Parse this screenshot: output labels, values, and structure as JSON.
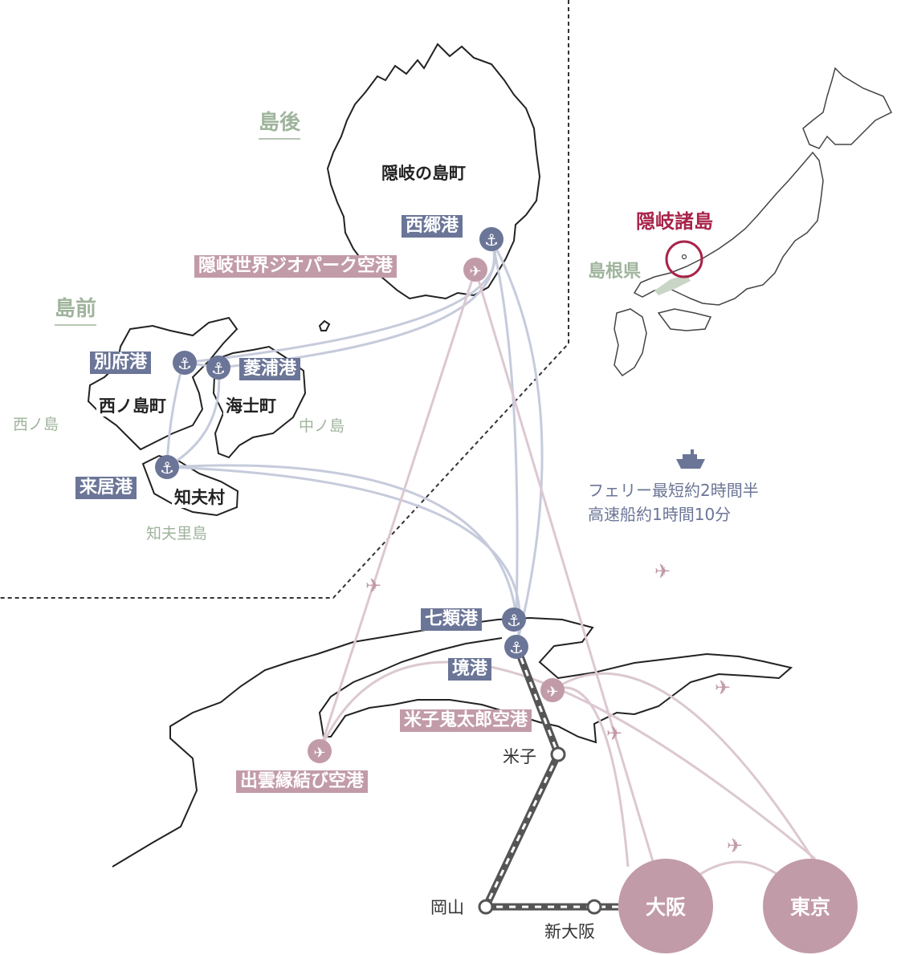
{
  "regions": {
    "dogo": "島後",
    "dozen": "島前"
  },
  "towns": {
    "okinoshima": "隠岐の島町",
    "nishinoshima": "西ノ島町",
    "ama": "海士町",
    "chibu": "知夫村"
  },
  "islands": {
    "nishinoshima": "西ノ島",
    "nakanoshima": "中ノ島",
    "chiburijima": "知夫里島"
  },
  "ports": {
    "saigo": "西郷港",
    "beppu": "別府港",
    "hishiura": "菱浦港",
    "kurii": "来居港",
    "shichirui": "七類港",
    "sakai": "境港"
  },
  "airports": {
    "oki": "隠岐世界ジオパーク空港",
    "yonago": "米子鬼太郎空港",
    "izumo": "出雲縁結び空港"
  },
  "stations": {
    "yonago": "米子",
    "okayama": "岡山",
    "shinosaka": "新大阪"
  },
  "cities": {
    "osaka": "大阪",
    "tokyo": "東京"
  },
  "ferry_info": {
    "line1": "フェリー最短約2時間半",
    "line2": "高速船約1時間10分"
  },
  "inset": {
    "oki_label": "隠岐諸島",
    "pref_label": "島根県"
  },
  "colors": {
    "ferry": "#6b7597",
    "air": "#c29ba8",
    "ferry_route": "#c6cbdc",
    "air_route": "#dcc8d1",
    "green": "#9fb49c",
    "highlight": "#a8234a"
  },
  "icons": {
    "port": "anchor-icon",
    "airport": "airplane-icon",
    "ship": "ship-icon"
  }
}
